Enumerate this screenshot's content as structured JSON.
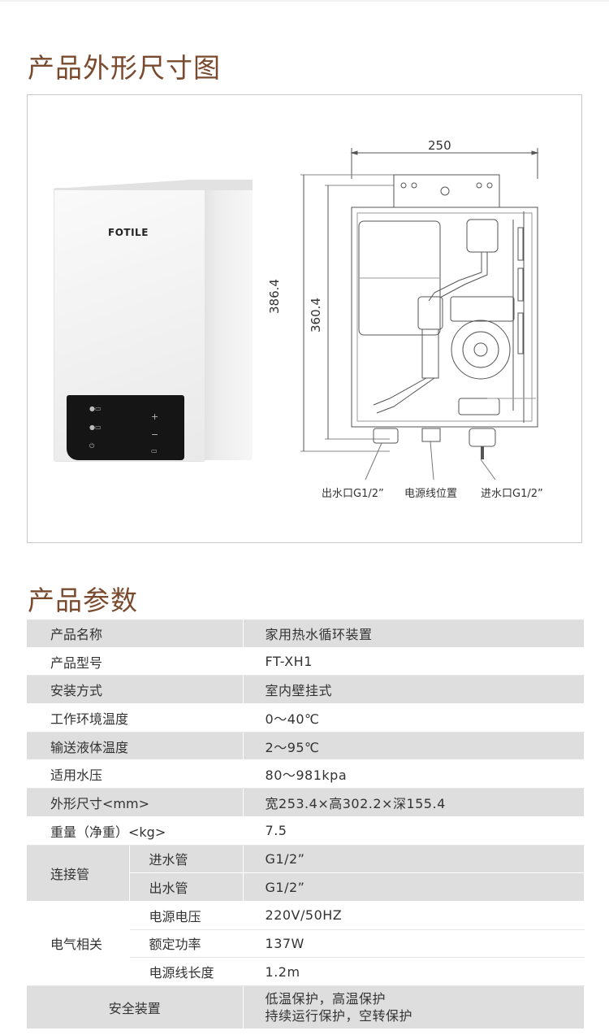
{
  "section1_title": "产品外形尺寸图",
  "section2_title": "产品参数",
  "product": {
    "logo": "FOTILE",
    "panel_plus": "+",
    "panel_minus": "−"
  },
  "drawing": {
    "width_dim": "250",
    "height_outer": "386.4",
    "height_inner": "360.4",
    "label_outlet": "出水口G1/2”",
    "label_power": "电源线位置",
    "label_inlet": "进水口G1/2”"
  },
  "params": {
    "name_label": "产品名称",
    "name_value": "家用热水循环装置",
    "model_label": "产品型号",
    "model_value": "FT-XH1",
    "install_label": "安装方式",
    "install_value": "室内壁挂式",
    "env_temp_label": "工作环境温度",
    "env_temp_value": "0～40℃",
    "liquid_temp_label": "输送液体温度",
    "liquid_temp_value": "2～95℃",
    "pressure_label": "适用水压",
    "pressure_value": "80～981kpa",
    "size_label": "外形尺寸<mm>",
    "size_value": "宽253.4×高302.2×深155.4",
    "weight_label": "重量（净重）<kg>",
    "weight_value": "7.5",
    "pipe_group": "连接管",
    "pipe_in_label": "进水管",
    "pipe_in_value": "G1/2”",
    "pipe_out_label": "出水管",
    "pipe_out_value": "G1/2”",
    "elec_group": "电气相关",
    "voltage_label": "电源电压",
    "voltage_value": "220V/50HZ",
    "power_label": "额定功率",
    "power_value": "137W",
    "cord_label": "电源线长度",
    "cord_value": "1.2m",
    "safety_label": "安全装置",
    "safety_value_1": "低温保护，高温保护",
    "safety_value_2": "持续运行保护，空转保护"
  }
}
